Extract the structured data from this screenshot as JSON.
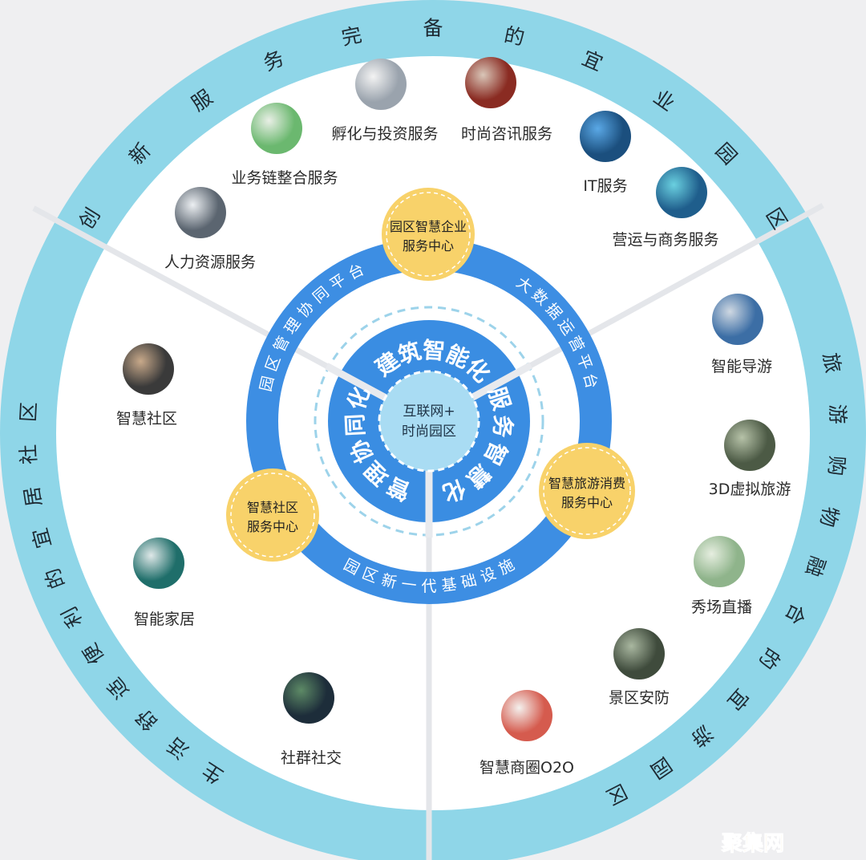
{
  "outer_ring": {
    "top": "创新服务完备的宜业园区",
    "left": "生活舒适便利的宜居社区",
    "right": "旅游购物融合的宜游园区"
  },
  "blue_ring": {
    "left": "园区管理协同平台",
    "right": "大数据运营平台",
    "bottom": "园区新一代基础设施"
  },
  "inner_disc": {
    "top": "建筑智能化",
    "right": "服务智慧化",
    "left": "管理协同化"
  },
  "center": {
    "line1": "互联网+",
    "line2": "时尚园区"
  },
  "hubs": [
    {
      "line1": "园区智慧企业",
      "line2": "服务中心"
    },
    {
      "line1": "智慧社区",
      "line2": "服务中心"
    },
    {
      "line1": "智慧旅游消费",
      "line2": "服务中心"
    }
  ],
  "services": [
    {
      "label": "孵化与投资服务",
      "icon": "incubation-photo-icon"
    },
    {
      "label": "时尚咨讯服务",
      "icon": "consulting-photo-icon"
    },
    {
      "label": "业务链整合服务",
      "icon": "business-chain-photo-icon"
    },
    {
      "label": "IT服务",
      "icon": "it-globe-photo-icon"
    },
    {
      "label": "营运与商务服务",
      "icon": "globe-photo-icon"
    },
    {
      "label": "人力资源服务",
      "icon": "business-people-photo-icon"
    },
    {
      "label": "智能导游",
      "icon": "guide-photo-icon"
    },
    {
      "label": "3D虚拟旅游",
      "icon": "virtual-tour-photo-icon"
    },
    {
      "label": "秀场直播",
      "icon": "live-show-photo-icon"
    },
    {
      "label": "景区安防",
      "icon": "security-photo-icon"
    },
    {
      "label": "智慧商圈O2O",
      "icon": "o2o-photo-icon"
    },
    {
      "label": "智慧社区",
      "icon": "community-photo-icon"
    },
    {
      "label": "智能家居",
      "icon": "smart-home-photo-icon"
    },
    {
      "label": "社群社交",
      "icon": "social-photo-icon"
    }
  ],
  "colors": {
    "background": "#efeff1",
    "outer_ring": "#8fd6e8",
    "blue_ring": "#3d8ee3",
    "hub": "#f8d26a",
    "center": "#a9dcf3"
  },
  "watermark": "聚集网"
}
